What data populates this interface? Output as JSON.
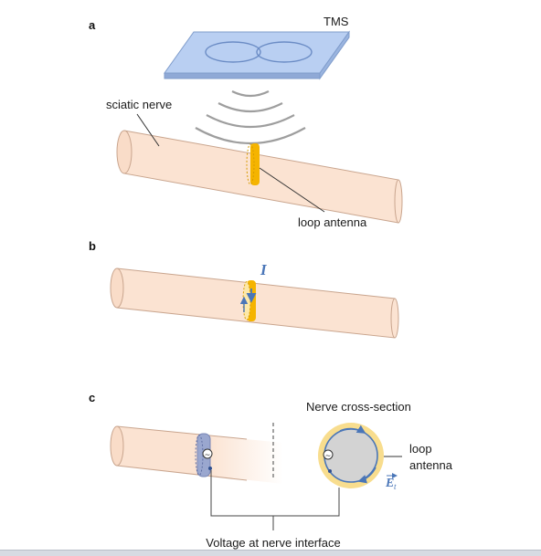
{
  "panels": {
    "a": {
      "letter": "a",
      "tms_label": "TMS",
      "nerve_label": "sciatic nerve",
      "antenna_label": "loop antenna"
    },
    "b": {
      "letter": "b",
      "current_symbol": "I"
    },
    "c": {
      "letter": "c",
      "cross_section_title": "Nerve cross-section",
      "antenna_label_line1": "loop",
      "antenna_label_line2": "antenna",
      "field_symbol": "E",
      "field_subscript": "t",
      "source_symbol": "~",
      "voltage_label": "Voltage at nerve interface"
    }
  },
  "colors": {
    "nerve_fill": "#fbe3d2",
    "nerve_stroke": "#c9a58e",
    "antenna": "#f5b400",
    "tms_coil": "#a9c4ef",
    "field_arcs": "#9e9e9e",
    "arrow": "#4a76b8",
    "electrode_blue": "#9aa7cf"
  }
}
